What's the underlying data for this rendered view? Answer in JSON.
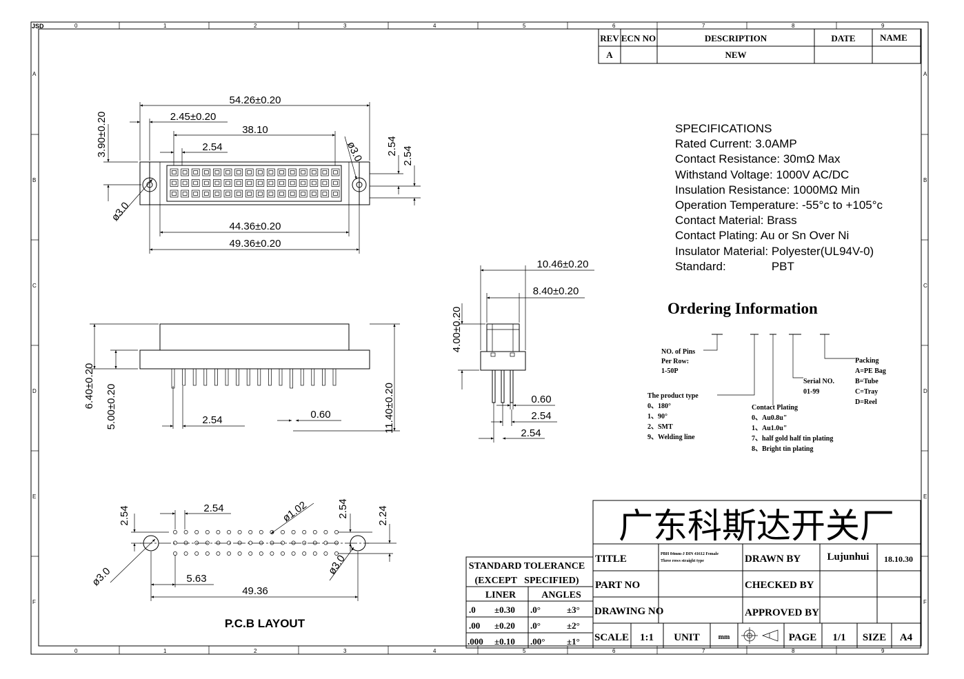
{
  "border": {
    "corner_label": "JSD",
    "columns": [
      "0",
      "1",
      "2",
      "3",
      "4",
      "5",
      "6",
      "7",
      "8",
      "9"
    ],
    "rows": [
      "A",
      "B",
      "C",
      "D",
      "E",
      "F"
    ]
  },
  "revision_table": {
    "headers": [
      "REV",
      "ECN NO",
      "DESCRIPTION",
      "DATE",
      "NAME"
    ],
    "row": [
      "A",
      "",
      "NEW",
      "",
      ""
    ]
  },
  "top_view": {
    "dim_overall": "54.26±0.20",
    "dim_edge": "2.45±0.20",
    "dim_pitch_span": "38.10",
    "dim_pitch": "2.54",
    "dim_height": "3.90±0.20",
    "dim_hole_right": "ø3.0",
    "dim_hole_left": "ø3.0",
    "dim_row1": "2.54",
    "dim_row2": "2.54",
    "dim_inner": "44.36±0.20",
    "dim_mount": "49.36±0.20"
  },
  "front_view": {
    "dim_total": "6.40±0.20",
    "dim_body": "5.00±0.20",
    "dim_pin_len": "11.40±0.20",
    "dim_pitch": "2.54",
    "dim_pin_w": "0.60"
  },
  "side_view": {
    "dim_depth": "10.46±0.20",
    "dim_inner_depth": "8.40±0.20",
    "dim_height": "4.00±0.20",
    "dim_pin_w": "0.60",
    "dim_pitch_a": "2.54",
    "dim_pitch_b": "2.54"
  },
  "pcb_layout": {
    "title": "P.C.B LAYOUT",
    "dim_row_left": "2.54",
    "dim_pitch": "2.54",
    "dim_hole": "ø1.02",
    "dim_row_right": "2.54",
    "dim_right_offset": "2.24",
    "dim_offset": "5.63",
    "dim_span": "49.36",
    "dim_mount_left": "ø3.0",
    "dim_mount_right": "ø3.0"
  },
  "specifications": {
    "heading": "SPECIFICATIONS",
    "lines": [
      "Rated Current: 3.0AMP",
      "Contact Resistance: 30mΩ Max",
      "Withstand Voltage: 1000V AC/DC",
      "Insulation Resistance: 1000MΩ Min",
      "Operation Temperature: -55°c to +105°c",
      "Contact Material: Brass",
      "Contact Plating: Au or Sn Over Ni",
      "Insulator Material: Polyester(UL94V-0)",
      "Standard:              PBT"
    ]
  },
  "ordering": {
    "heading": "Ordering Information",
    "pins_lines": [
      "NO. of Pins",
      "Per Row:",
      "1-50P"
    ],
    "type_lines": [
      "The product type",
      "0、180°",
      "1、90°",
      "2、SMT",
      "9、Welding line"
    ],
    "plating_lines": [
      "Contact Plating",
      "0、Au0.8u\"",
      "1、Au1.0u\"",
      "7、half gold half tin plating",
      "8、Bright tin plating"
    ],
    "serial_lines": [
      "Serial NO.",
      "01-99"
    ],
    "packing_lines": [
      "Packing",
      "A=PE Bag",
      "B=Tube",
      "C=Tray",
      "D=Reel"
    ]
  },
  "tolerance": {
    "title1": "STANDARD TOLERANCE",
    "title2": "(EXCEPT   SPECIFIED)",
    "liner": "LINER",
    "angles": "ANGLES",
    "rows": [
      [
        ".0",
        "±0.30",
        ".0°",
        "±3°"
      ],
      [
        ".00",
        "±0.20",
        ".0°",
        "±2°"
      ],
      [
        ".000",
        "±0.10",
        ".00°",
        "±1°"
      ]
    ]
  },
  "title_block": {
    "company": "广东科斯达开关厂",
    "title_label": "TITLE",
    "title_value_1": "PBH 84mm-J DIN 41612 Female",
    "title_value_2": "Three rows straight type",
    "part_no_label": "PART NO",
    "drawing_no_label": "DRAWING NO",
    "drawn_by_label": "DRAWN BY",
    "drawn_by_value": "Lujunhui",
    "date_value": "18.10.30",
    "checked_by_label": "CHECKED BY",
    "approved_by_label": "APPROVED BY",
    "scale_label": "SCALE",
    "scale_value": "1:1",
    "unit_label": "UNIT",
    "unit_value": "mm",
    "page_label": "PAGE",
    "page_value": "1/1",
    "size_label": "SIZE",
    "size_value": "A4"
  }
}
